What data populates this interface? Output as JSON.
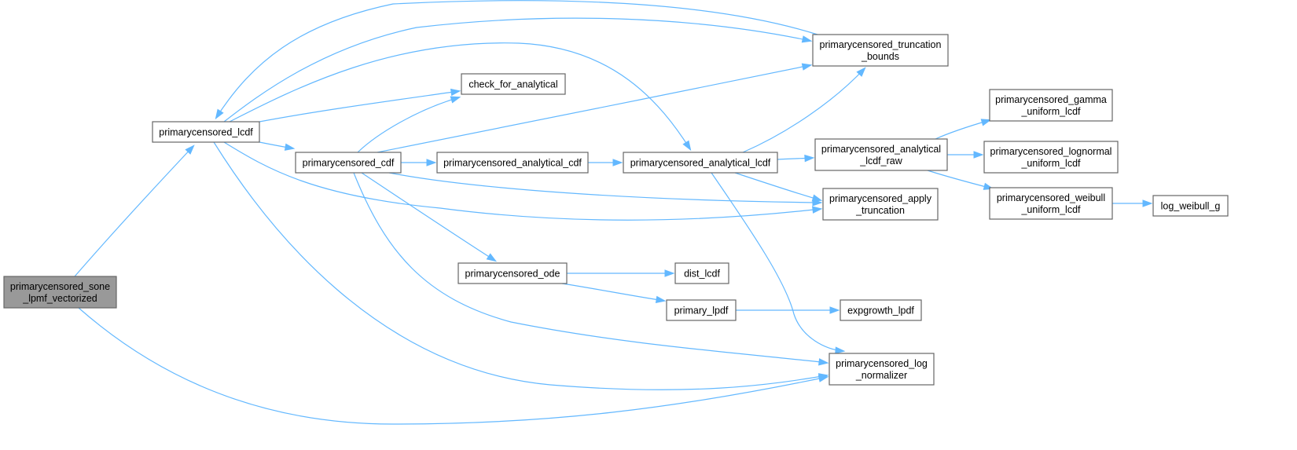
{
  "diagram": {
    "title": "Call graph",
    "colors": {
      "edge": "#63b8ff",
      "node_border": "#666666",
      "root_fill": "#999999",
      "node_fill": "#ffffff"
    },
    "nodes": {
      "sone": {
        "lines": [
          "primarycensored_sone",
          "_lpmf_vectorized"
        ],
        "root": true
      },
      "lcdf": {
        "lines": [
          "primarycensored_lcdf"
        ]
      },
      "cdf": {
        "lines": [
          "primarycensored_cdf"
        ]
      },
      "check": {
        "lines": [
          "check_for_analytical"
        ]
      },
      "acdf": {
        "lines": [
          "primarycensored_analytical_cdf"
        ]
      },
      "alcdf": {
        "lines": [
          "primarycensored_analytical_lcdf"
        ]
      },
      "trunc": {
        "lines": [
          "primarycensored_truncation",
          "_bounds"
        ]
      },
      "raw": {
        "lines": [
          "primarycensored_analytical",
          "_lcdf_raw"
        ]
      },
      "apply": {
        "lines": [
          "primarycensored_apply",
          "_truncation"
        ]
      },
      "gamma": {
        "lines": [
          "primarycensored_gamma",
          "_uniform_lcdf"
        ]
      },
      "lognormal": {
        "lines": [
          "primarycensored_lognormal",
          "_uniform_lcdf"
        ]
      },
      "weibull": {
        "lines": [
          "primarycensored_weibull",
          "_uniform_lcdf"
        ]
      },
      "logweibull": {
        "lines": [
          "log_weibull_g"
        ]
      },
      "ode": {
        "lines": [
          "primarycensored_ode"
        ]
      },
      "dist": {
        "lines": [
          "dist_lcdf"
        ]
      },
      "plpdf": {
        "lines": [
          "primary_lpdf"
        ]
      },
      "expg": {
        "lines": [
          "expgrowth_lpdf"
        ]
      },
      "lognorm": {
        "lines": [
          "primarycensored_log",
          "_normalizer"
        ]
      }
    },
    "edges": [
      [
        "sone",
        "lcdf"
      ],
      [
        "sone",
        "lognorm"
      ],
      [
        "lcdf",
        "trunc"
      ],
      [
        "trunc",
        "lcdf"
      ],
      [
        "lcdf",
        "check"
      ],
      [
        "lcdf",
        "alcdf"
      ],
      [
        "lcdf",
        "cdf"
      ],
      [
        "lcdf",
        "apply"
      ],
      [
        "lcdf",
        "lognorm"
      ],
      [
        "cdf",
        "check"
      ],
      [
        "cdf",
        "trunc"
      ],
      [
        "cdf",
        "acdf"
      ],
      [
        "cdf",
        "apply"
      ],
      [
        "cdf",
        "ode"
      ],
      [
        "cdf",
        "lognorm"
      ],
      [
        "acdf",
        "alcdf"
      ],
      [
        "alcdf",
        "trunc"
      ],
      [
        "alcdf",
        "raw"
      ],
      [
        "alcdf",
        "apply"
      ],
      [
        "alcdf",
        "lognorm"
      ],
      [
        "raw",
        "gamma"
      ],
      [
        "raw",
        "lognormal"
      ],
      [
        "raw",
        "weibull"
      ],
      [
        "weibull",
        "logweibull"
      ],
      [
        "ode",
        "dist"
      ],
      [
        "ode",
        "plpdf"
      ],
      [
        "plpdf",
        "expg"
      ]
    ]
  }
}
